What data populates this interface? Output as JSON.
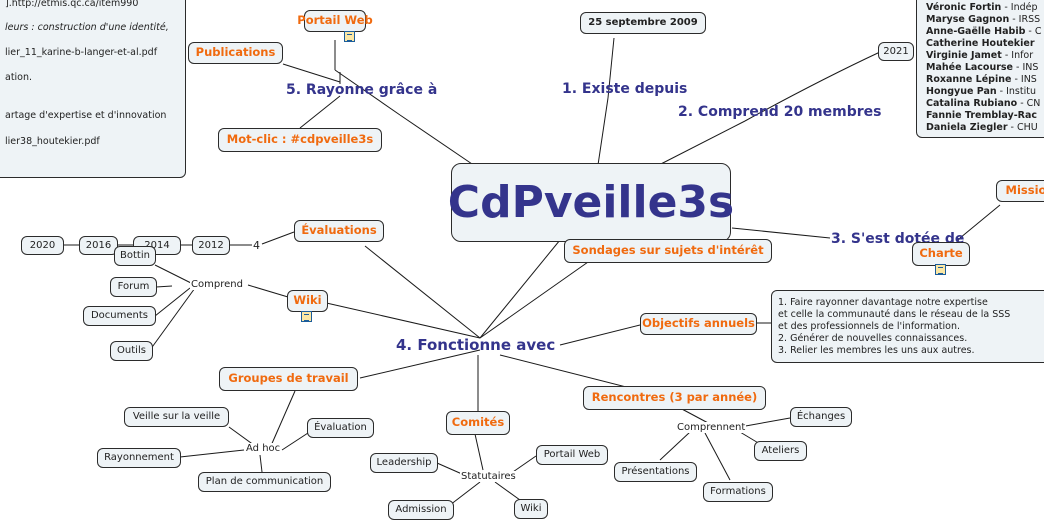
{
  "center_title": "CdPveille3s",
  "branches": {
    "b1": "1. Existe depuis",
    "b2": "2. Comprend 20 membres",
    "b3": "3. S'est dotée de",
    "b4": "4. Fonctionne avec",
    "b5": "5. Rayonne grâce à"
  },
  "nodes": {
    "date": "25 septembre 2009",
    "year_2021": "2021",
    "portail_web": "Portail Web",
    "publications": "Publications",
    "motclic": "Mot-clic : #cdpveille3s",
    "mission": "Missio",
    "charte": "Charte",
    "evaluations": "Évaluations",
    "eval_4": "4",
    "y2020": "2020",
    "y2016": "2016",
    "y2014": "2014",
    "y2012": "2012",
    "wiki": "Wiki",
    "comprend": "Comprend",
    "bottin": "Bottin",
    "forum": "Forum",
    "documents": "Documents",
    "outils": "Outils",
    "sondages": "Sondages sur sujets d'intérêt",
    "objectifs": "Objectifs annuels",
    "groupes": "Groupes de travail",
    "adhoc": "Ad hoc",
    "veille_veille": "Veille sur la veille",
    "evaluation": "Évaluation",
    "rayonnement": "Rayonnement",
    "plan_comm": "Plan de communication",
    "comites": "Comités",
    "statutaires": "Statutaires",
    "leadership": "Leadership",
    "portail_web2": "Portail Web",
    "admission": "Admission",
    "wiki2": "Wiki",
    "rencontres": "Rencontres (3 par année)",
    "comprennent": "Comprennent",
    "echanges": "Échanges",
    "ateliers": "Ateliers",
    "presentations": "Présentations",
    "formations": "Formations"
  },
  "objectifs_lines": [
    "1. Faire rayonner davantage notre expertise",
    "et celle la communauté dans le réseau de la SSS",
    "et des professionnels de l'information.",
    "2. Générer de nouvelles connaissances.",
    "3. Relier les membres les uns aux autres."
  ],
  "publications_lines": [
    "].http://etmis.qc.ca/item990",
    "leurs : construction d'une identité,",
    "lier_11_karine-b-langer-et-al.pdf",
    "ation.",
    "artage d'expertise et d'innovation",
    "lier38_houtekier.pdf"
  ],
  "members": [
    {
      "name": "Véronic Fortin",
      "org": " - Indép"
    },
    {
      "name": "Maryse Gagnon",
      "org": " - IRSS"
    },
    {
      "name": "Anne-Gaëlle Habib",
      "org": " - C"
    },
    {
      "name": "Catherine Houtekier",
      "org": ""
    },
    {
      "name": "Virginie Jamet",
      "org": " - Infor"
    },
    {
      "name": "Mahée Lacourse",
      "org": " - INS"
    },
    {
      "name": "Roxanne Lépine",
      "org": " - INS"
    },
    {
      "name": "Hongyue Pan",
      "org": " - Institu"
    },
    {
      "name": "Catalina Rubiano",
      "org": " - CN"
    },
    {
      "name": "Fannie Tremblay-Rac",
      "org": ""
    },
    {
      "name": "Daniela Ziegler",
      "org": " - CHU"
    }
  ],
  "colors": {
    "node_fill": "#eef3f6",
    "orange_label": "#f06a0f",
    "branch_blue": "#34348c",
    "line": "#1a1a1a"
  }
}
